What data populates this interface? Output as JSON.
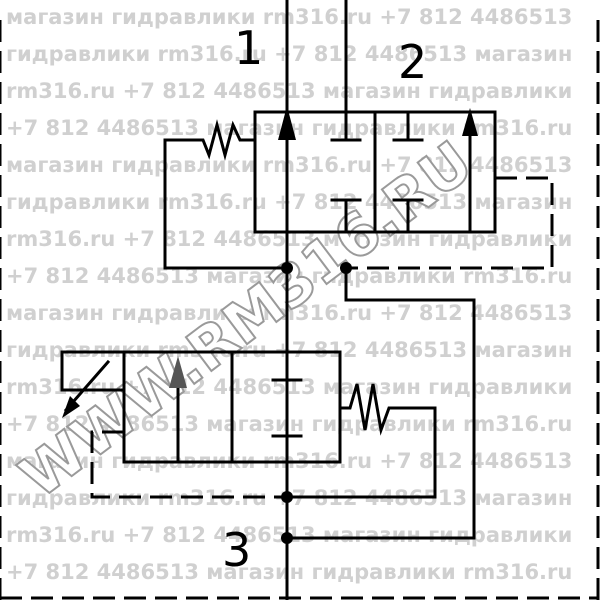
{
  "watermark": {
    "lines": [
      "магазин гидравлики rm316.ru +7 812 4486513",
      "гидравлики rm316.ru +7 812 4486513 магазин",
      "rm316.ru +7 812 4486513 магазин гидравлики",
      "+7 812 4486513 магазин гидравлики rm316.ru",
      "магазин гидравлики rm316.ru +7 812 4486513",
      "гидравлики rm316.ru +7 812 4486513 магазин",
      "rm316.ru +7 812 4486513 магазин гидравлики",
      "+7 812 4486513 магазин гидравлики rm316.ru",
      "магазин гидравлики rm316.ru +7 812 4486513",
      "гидравлики rm316.ru +7 812 4486513 магазин",
      "rm316.ru +7 812 4486513 магазин гидравлики",
      "+7 812 4486513 магазин гидравлики rm316.ru",
      "магазин гидравлики rm316.ru +7 812 4486513",
      "гидравлики rm316.ru +7 812 4486513 магазин",
      "rm316.ru +7 812 4486513 магазин гидравлики",
      "+7 812 4486513 магазин гидравлики rm316.ru"
    ],
    "diagonal": "WWW.RM316.RU"
  },
  "ports": {
    "port1": "1",
    "port2": "2",
    "port3": "3"
  },
  "colors": {
    "line": "#000000",
    "watermark": "#d0d0d0",
    "background": "#ffffff"
  }
}
